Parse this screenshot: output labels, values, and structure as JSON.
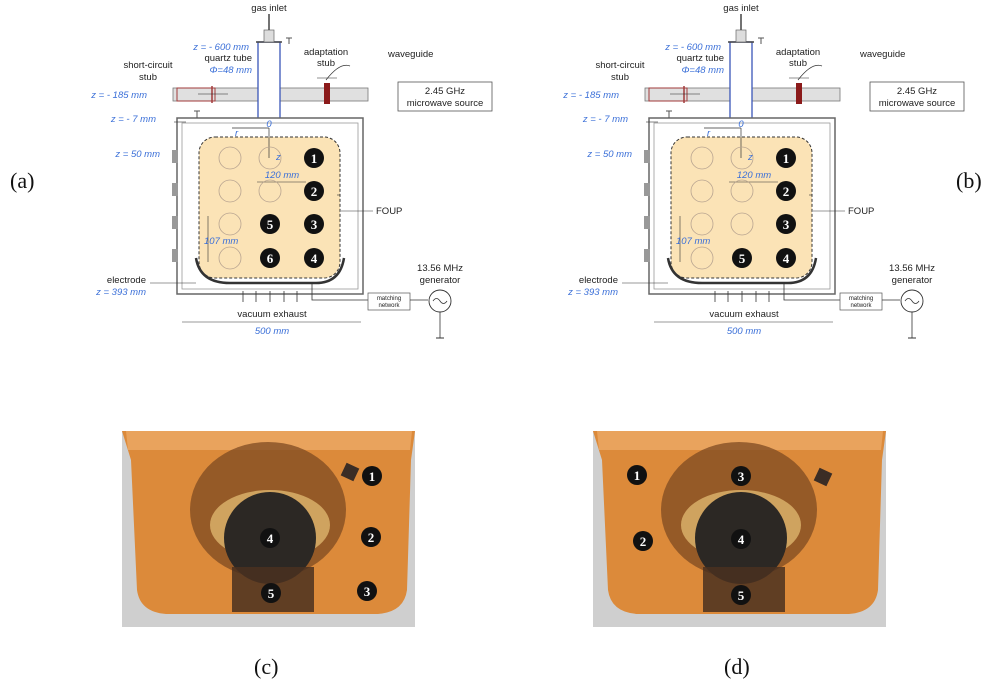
{
  "panel_labels": {
    "a": "(a)",
    "b": "(b)",
    "c": "(c)",
    "d": "(d)"
  },
  "labels": {
    "gas_inlet": "gas inlet",
    "z_600": "z = - 600 mm",
    "quartz_tube": "quartz tube",
    "phi": "Φ=48 mm",
    "short_circuit_1": "short-circuit",
    "short_circuit_2": "stub",
    "adaptation_1": "adaptation",
    "adaptation_2": "stub",
    "waveguide": "waveguide",
    "z_185": "z = - 185 mm",
    "source_1": "2.45 GHz",
    "source_2": "microwave source",
    "z_7": "z = - 7 mm",
    "zero": "0",
    "z_50": "z = 50 mm",
    "r": "r",
    "z": "z",
    "mm120": "120 mm",
    "mm107": "107 mm",
    "foup": "FOUP",
    "electrode": "electrode",
    "z_393": "z = 393 mm",
    "freq_1": "13.56 MHz",
    "freq_2": "generator",
    "matching_1": "matching",
    "matching_2": "network",
    "exhaust": "vacuum exhaust",
    "mm500": "500 mm"
  },
  "diagram_a_markers": [
    "1",
    "2",
    "5",
    "3",
    "6",
    "4"
  ],
  "diagram_b_markers": [
    "1",
    "2",
    "3",
    "5",
    "4"
  ],
  "photo_c_markers": [
    "1",
    "4",
    "2",
    "5",
    "3"
  ],
  "photo_d_markers": [
    "1",
    "3",
    "2",
    "4",
    "5"
  ]
}
